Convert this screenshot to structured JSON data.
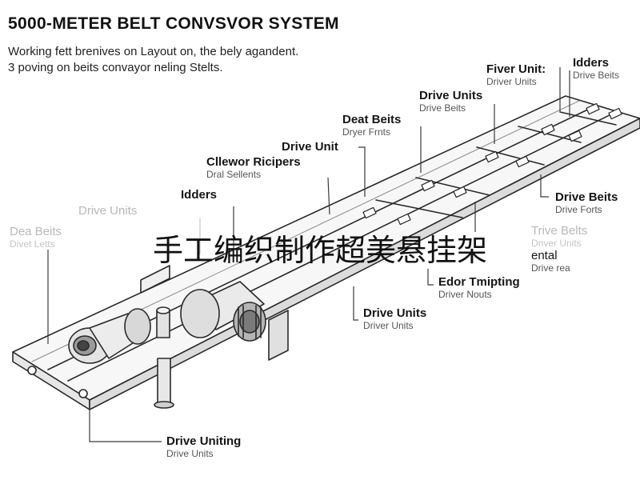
{
  "title": "5000-METER BELT CONVSVOR SYSTEM",
  "subtitle": {
    "line1": "Working fett brenives on Layout on, the bely agandent.",
    "line2": "3 poving on beits convayor neling Stelts."
  },
  "overlay_text": "手工编织制作超美悬挂架",
  "labels": {
    "fiver_unit": {
      "main": "Fiver Unit:",
      "sub": "Driver Units"
    },
    "idders_top": {
      "main": "Idders",
      "sub": "Drive Beits"
    },
    "drive_units_top": {
      "main": "Drive Units",
      "sub": "Drive Beits"
    },
    "deat_beits": {
      "main": "Deat Beits",
      "sub": "Dryer Frnts"
    },
    "drive_unit": {
      "main": "Drive Unit"
    },
    "cllewor": {
      "main": "Cllewor Ricipers",
      "sub": "Dral Sellents"
    },
    "idders_left": {
      "main": "Idders"
    },
    "drive_units_faint": {
      "main": "Drive Units"
    },
    "dea_beits": {
      "main": "Dea Beits",
      "sub": "Divet Letts"
    },
    "drive_beits_right": {
      "main": "Drive Beits",
      "sub": "Drive Forts"
    },
    "trive_beits": {
      "main": "Trive Belts",
      "sub": "Dnver Units"
    },
    "ental": {
      "main": "ental",
      "sub": "Drive rea"
    },
    "edor": {
      "main": "Edor Tmipting",
      "sub": "Driver Nouts"
    },
    "drive_units_mid": {
      "main": "Drive Units",
      "sub": "Driver Units"
    },
    "drive_uniting": {
      "main": "Drive Uniting",
      "sub": "Drive Units"
    }
  }
}
